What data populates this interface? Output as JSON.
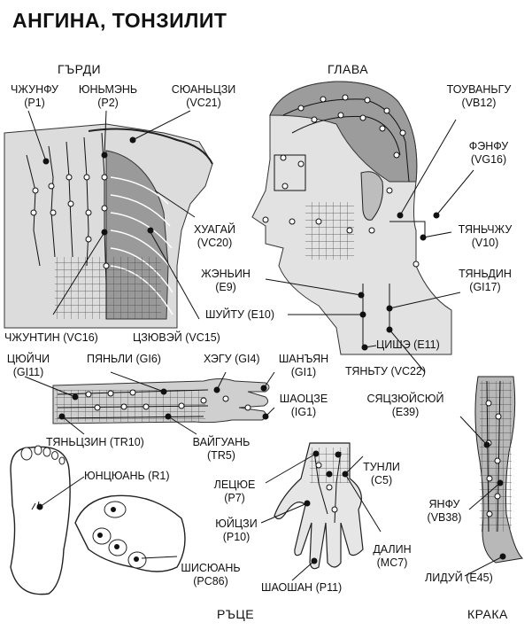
{
  "title": "АНГИНА, ТОНЗИЛИТ",
  "sections": {
    "chest": "ГЪРДИ",
    "head": "ГЛАВА",
    "hands": "РЪЦЕ",
    "legs": "КРАКА"
  },
  "points": [
    {
      "id": "p1",
      "name": "ЧЖУНФУ",
      "code": "(P1)"
    },
    {
      "id": "p2",
      "name": "ЮНЬМЭНЬ",
      "code": "(P2)"
    },
    {
      "id": "vc21",
      "name": "СЮАНЬЦЗИ",
      "code": "(VC21)"
    },
    {
      "id": "vb12",
      "name": "ТОУВАНЬГУ",
      "code": "(VB12)"
    },
    {
      "id": "vg16",
      "name": "ФЭНФУ",
      "code": "(VG16)"
    },
    {
      "id": "v10",
      "name": "ТЯНЬЧЖУ",
      "code": "(V10)"
    },
    {
      "id": "vc20",
      "name": "ХУАГАЙ",
      "code": "(VC20)"
    },
    {
      "id": "e9",
      "name": "ЖЭНЬИН",
      "code": "(E9)"
    },
    {
      "id": "gi17",
      "name": "ТЯНЬДИН",
      "code": "(GI17)"
    },
    {
      "id": "e10",
      "name": "ШУЙТУ",
      "code": "(E10)"
    },
    {
      "id": "vc16",
      "name": "ЧЖУНТИН",
      "code": "(VC16)"
    },
    {
      "id": "vc15",
      "name": "ЦЗЮВЭЙ",
      "code": "(VC15)"
    },
    {
      "id": "e11",
      "name": "ЦИШЭ",
      "code": "(E11)"
    },
    {
      "id": "vc22",
      "name": "ТЯНЬТУ",
      "code": "(VC22)"
    },
    {
      "id": "gi11",
      "name": "ЦЮЙЧИ",
      "code": "(GI11)"
    },
    {
      "id": "gi6",
      "name": "ПЯНЬЛИ",
      "code": "(GI6)"
    },
    {
      "id": "gi4",
      "name": "ХЭГУ",
      "code": "(GI4)"
    },
    {
      "id": "gi1",
      "name": "ШАНЪЯН",
      "code": "(GI1)"
    },
    {
      "id": "ig1",
      "name": "ШАОЦЗЕ",
      "code": "(IG1)"
    },
    {
      "id": "e39",
      "name": "СЯЦЗЮЙСЮЙ",
      "code": "(E39)"
    },
    {
      "id": "tr10",
      "name": "ТЯНЬЦЗИН",
      "code": "(TR10)"
    },
    {
      "id": "tr5",
      "name": "ВАЙГУАНЬ",
      "code": "(TR5)"
    },
    {
      "id": "r1",
      "name": "ЮНЦЮАНЬ",
      "code": "(R1)"
    },
    {
      "id": "c5",
      "name": "ТУНЛИ",
      "code": "(C5)"
    },
    {
      "id": "p7",
      "name": "ЛЕЦЮЕ",
      "code": "(P7)"
    },
    {
      "id": "p10",
      "name": "ЮЙЦЗИ",
      "code": "(P10)"
    },
    {
      "id": "vb38",
      "name": "ЯНФУ",
      "code": "(VB38)"
    },
    {
      "id": "mc7",
      "name": "ДАЛИН",
      "code": "(MC7)"
    },
    {
      "id": "pc86",
      "name": "ШИСЮАНЬ",
      "code": "(PC86)"
    },
    {
      "id": "e45",
      "name": "ЛИДУЙ",
      "code": "(E45)"
    },
    {
      "id": "p11",
      "name": "ШАОШАН",
      "code": "(P11)"
    }
  ]
}
